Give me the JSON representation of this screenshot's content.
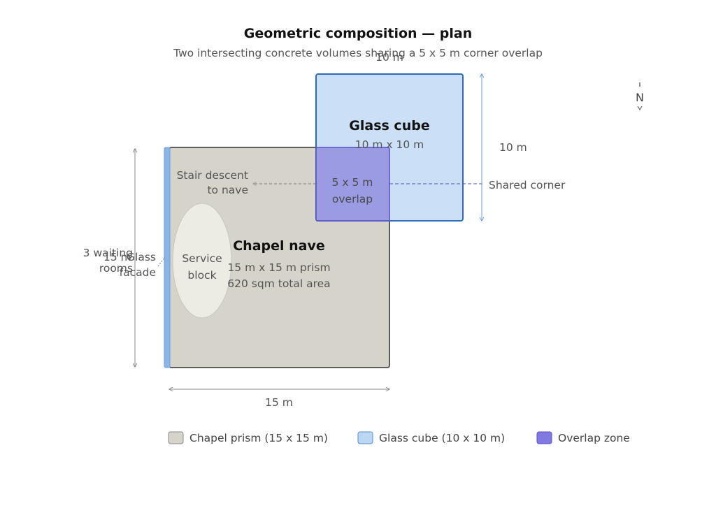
{
  "header": {
    "title": "Geometric composition — plan",
    "subtitle": "Two intersecting concrete volumes sharing a 5 x 5 m corner overlap"
  },
  "colors": {
    "chapel_fill": "#d5d3ca",
    "chapel_stroke": "#5e5e5e",
    "cube_fill": "#cbdff6",
    "cube_stroke": "#2f6cb3",
    "overlap_fill": "#9797e0",
    "overlap_stroke": "#5450c8",
    "facade_fill": "#8ab6e6",
    "service_fill": "#ecebe4"
  },
  "volumes": {
    "chapel": {
      "title": "Chapel nave",
      "line1": "15 m x 15 m prism",
      "line2": "620 sqm total area"
    },
    "cube": {
      "title": "Glass cube",
      "line1": "10 m x 10 m"
    },
    "overlap": {
      "line1": "5 x 5 m",
      "line2": "overlap"
    },
    "service": {
      "line1": "Service",
      "line2": "block"
    }
  },
  "dimensions": {
    "chapel_width": "15 m",
    "chapel_height": "15 m",
    "cube_width": "10 m",
    "cube_height": "10 m"
  },
  "annotations": {
    "stair_line1": "Stair descent",
    "stair_line2": "to nave",
    "shared_corner": "Shared corner",
    "glass_line1": "Glass",
    "glass_line2": "facade",
    "waiting_line1": "3 waiting",
    "waiting_line2": "rooms",
    "north": "N"
  },
  "legend": [
    {
      "label": "Chapel prism (15 x 15 m)",
      "color": "#d5d3ca",
      "stroke": "#8a8a8a"
    },
    {
      "label": "Glass cube (10 x 10 m)",
      "color": "#bcd7f3",
      "stroke": "#5a8fcc"
    },
    {
      "label": "Overlap zone",
      "color": "#8279e0",
      "stroke": "#5a52c8"
    }
  ]
}
